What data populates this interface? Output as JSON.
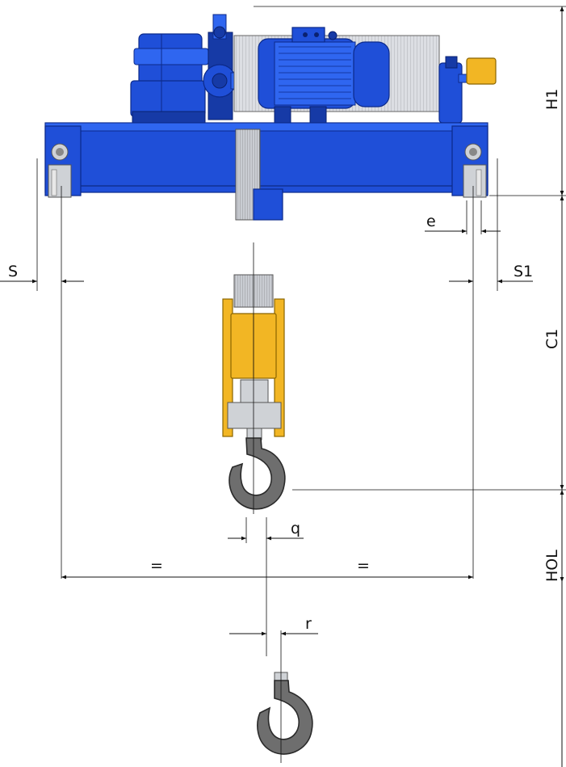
{
  "labels": {
    "h1": "H1",
    "c1": "C1",
    "hol": "HOL",
    "s": "S",
    "s1": "S1",
    "e": "e",
    "q": "q",
    "r": "r",
    "eq_left": "=",
    "eq_right": "="
  },
  "colors": {
    "hoist_blue": "#1f4fd8",
    "block_yellow": "#f2b624",
    "hook_grey": "#6e6e6e",
    "drum_grey": "#d9dbe0",
    "dimension_line": "#111111"
  }
}
